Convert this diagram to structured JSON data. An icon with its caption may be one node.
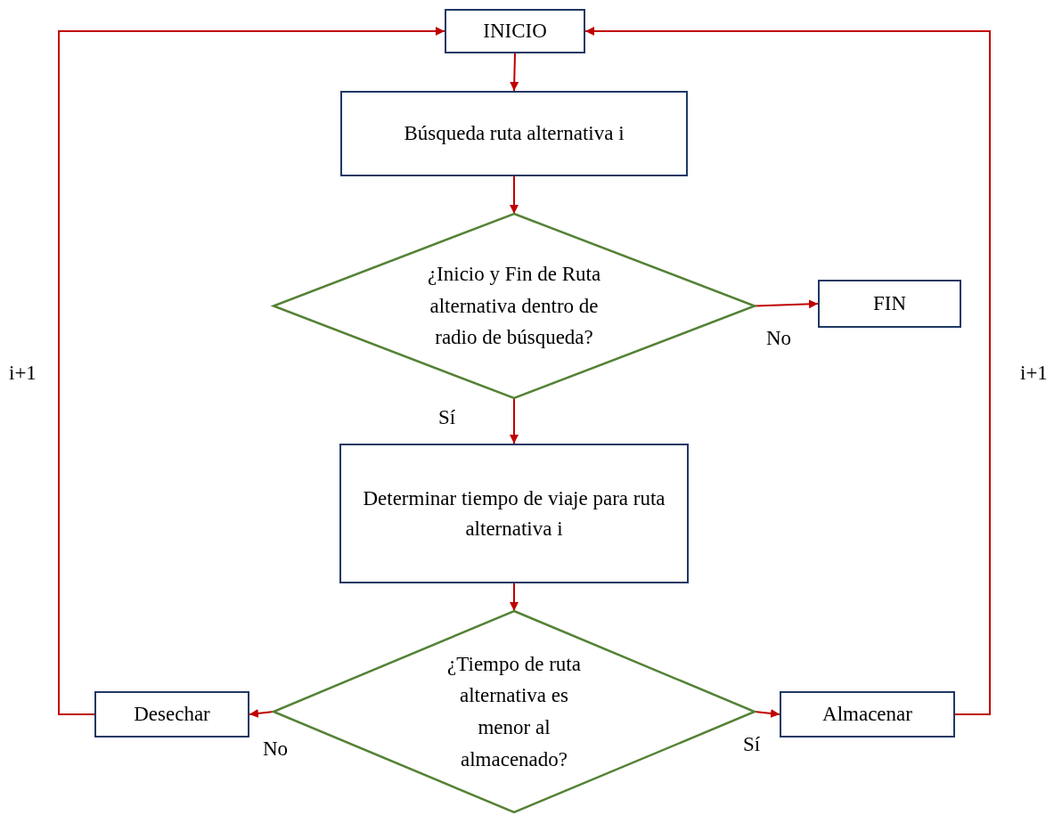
{
  "diagram": {
    "nodes": [
      {
        "text": [
          "INICIO"
        ]
      },
      {
        "text": [
          "Búsqueda ruta alternativa i"
        ]
      },
      {
        "text": [
          "¿Inicio y Fin de Ruta alternativa dentro de radio de búsqueda?"
        ]
      },
      {
        "text": [
          "FIN"
        ]
      },
      {
        "text": [
          "Determinar tiempo de viaje para ruta alternativa i"
        ]
      },
      {
        "text": [
          "¿Tiempo de ruta alternativa es menor al almacenado?"
        ]
      },
      {
        "text": [
          "Desechar"
        ]
      },
      {
        "text": [
          "Almacenar"
        ]
      }
    ],
    "edges": [
      {
        "from": 0,
        "to": 1,
        "arrow": "to"
      },
      {
        "from": 1,
        "to": 2,
        "arrow": "to"
      },
      {
        "from": 2,
        "to": 3,
        "arrow": "to",
        "label": "No"
      },
      {
        "from": 2,
        "to": 4,
        "arrow": "to",
        "label": "Sí"
      },
      {
        "from": 4,
        "to": 5,
        "arrow": "to"
      },
      {
        "from": 5,
        "to": 6,
        "arrow": "to",
        "label": "No"
      },
      {
        "from": 5,
        "to": 7,
        "arrow": "to",
        "label": "Sí"
      },
      {
        "from": 6,
        "to": 0,
        "arrow": "to",
        "label": "i+1"
      },
      {
        "from": 7,
        "to": 0,
        "arrow": "to",
        "label": "i+1"
      }
    ]
  }
}
